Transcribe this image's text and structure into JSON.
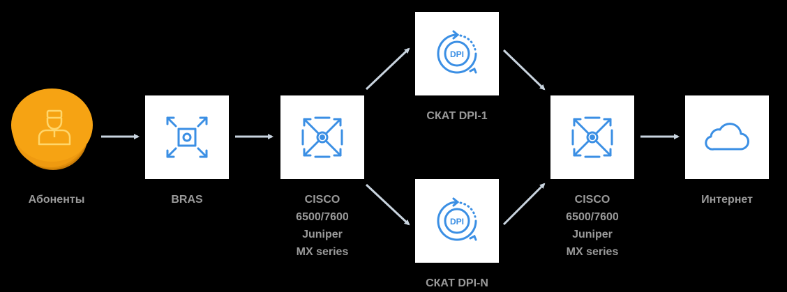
{
  "colors": {
    "background": "#000000",
    "node_fill": "#ffffff",
    "icon_blue": "#3b8fe4",
    "arrow": "#c9d4df",
    "label": "#9a9a9a",
    "subscriber_orange": "#f6a313",
    "subscriber_icon": "#ffd66b"
  },
  "nodes": {
    "subscribers": {
      "label": "Абоненты",
      "icon": "user-icon"
    },
    "bras": {
      "label": "BRAS",
      "icon": "bras-icon"
    },
    "cisco_in": {
      "lines": [
        "CISCO",
        "6500/7600",
        "Juniper",
        "MX series"
      ],
      "icon": "router-icon"
    },
    "dpi_1": {
      "label": "СКАТ DPI-1",
      "icon": "dpi-icon",
      "badge": "DPI"
    },
    "dpi_n": {
      "label": "СКАТ DPI-N",
      "icon": "dpi-icon",
      "badge": "DPI"
    },
    "cisco_out": {
      "lines": [
        "CISCO",
        "6500/7600",
        "Juniper",
        "MX series"
      ],
      "icon": "router-icon"
    },
    "internet": {
      "label": "Интернет",
      "icon": "cloud-icon"
    }
  }
}
